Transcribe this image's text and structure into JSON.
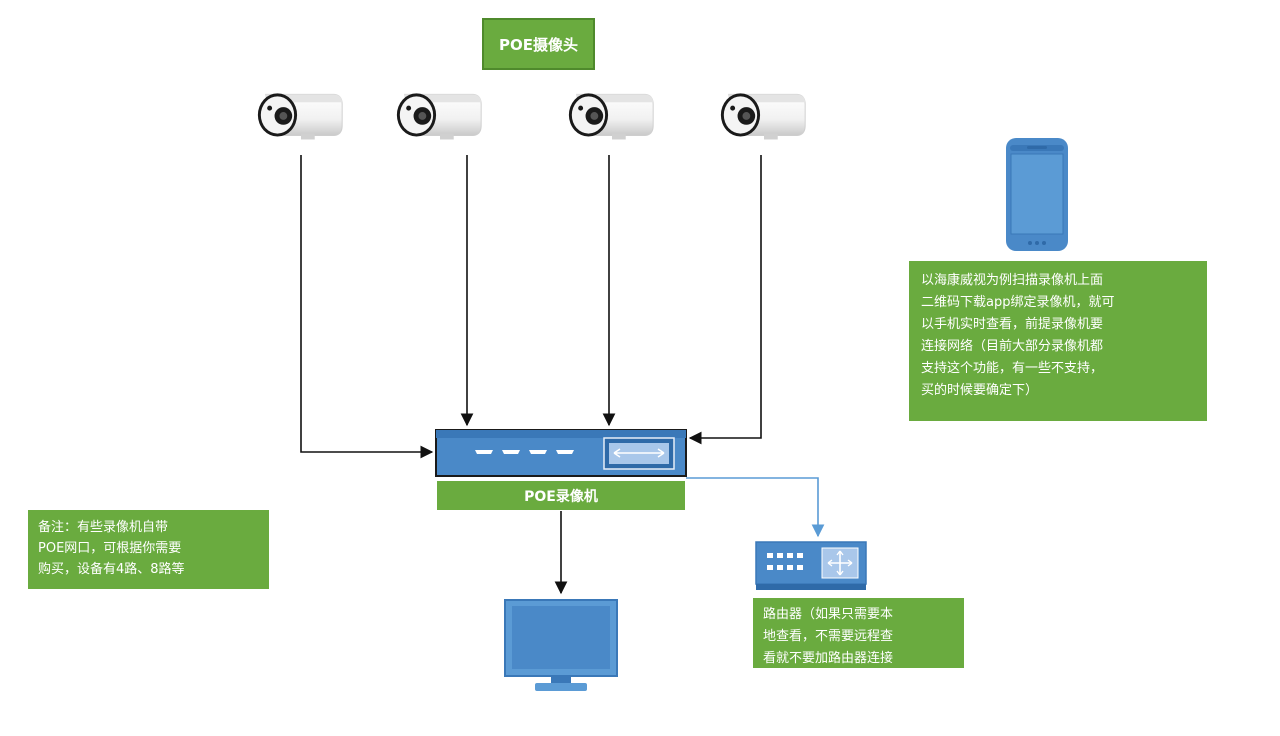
{
  "labels": {
    "camera_group": "POE摄像头",
    "recorder": "POE录像机",
    "note": "备注：有些录像机自带\nPOE网口，可根据你需要\n购买，设备有4路、8路等",
    "phone_note": "以海康威视为例扫描录像机上面\n二维码下载app绑定录像机，就可\n以手机实时查看，前提录像机要\n连接网络（目前大部分录像机都\n支持这个功能，有一些不支持，\n买的时候要确定下）",
    "router_note": "路由器（如果只需要本\n地查看，不需要远程查\n看就不要加路由器连接"
  },
  "devices": {
    "cameras": [
      "camera-icon",
      "camera-icon",
      "camera-icon",
      "camera-icon"
    ],
    "recorder": "nvr-icon",
    "monitor": "monitor-icon",
    "router": "router-icon",
    "phone": "smartphone-icon"
  },
  "colors": {
    "label_green": "#6aab3f",
    "device_blue": "#4a89c8",
    "connector_black": "#111111",
    "network_link": "#5a9bd5"
  }
}
